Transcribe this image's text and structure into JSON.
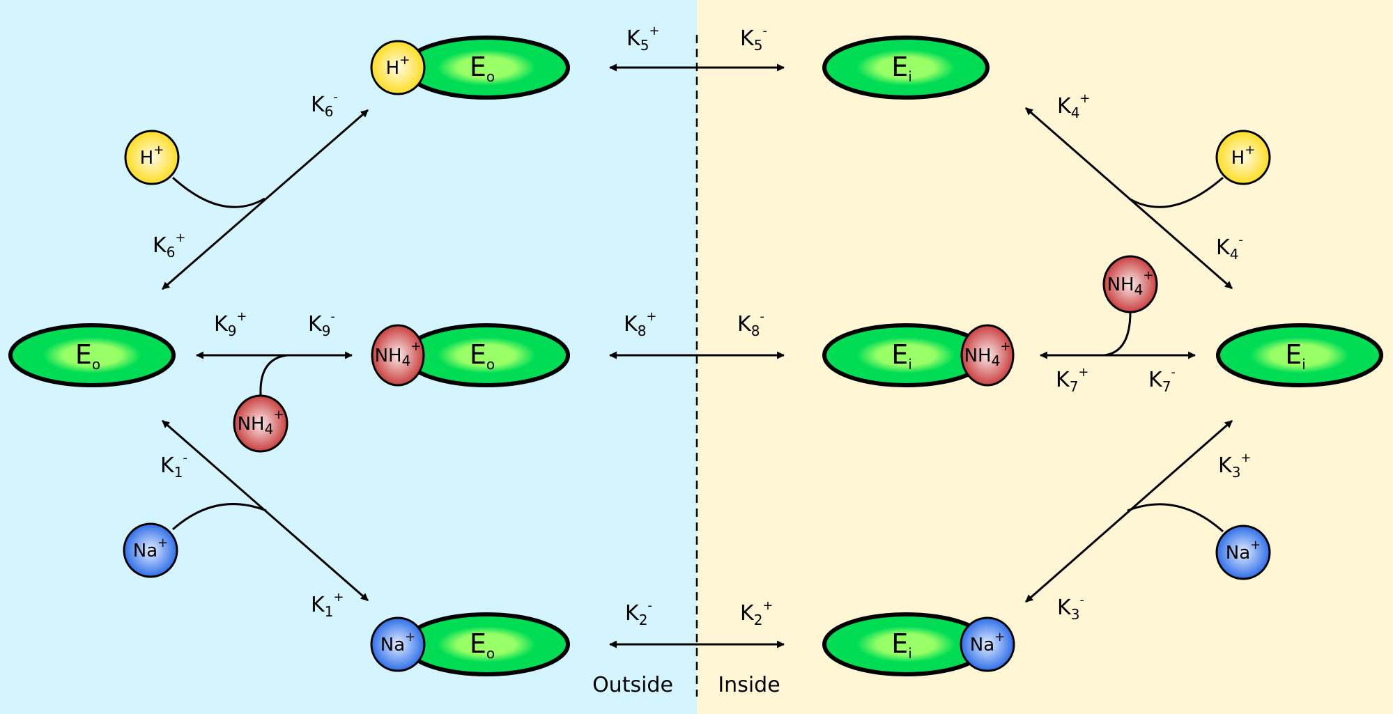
{
  "regions": {
    "outside": {
      "label": "Outside",
      "color": "#d4f4fe"
    },
    "inside": {
      "label": "Inside",
      "color": "#fff6d6"
    }
  },
  "colors": {
    "enzyme_fill": "#00dd55",
    "enzyme_center": "#99ff66",
    "h_ion": "#ffe033",
    "nh4_ion": "#cc4444",
    "na_ion": "#3377ee"
  },
  "enzymes": [
    {
      "id": "eo-h",
      "base": "E",
      "sub": "o",
      "bound": "H",
      "bound_sub": "",
      "bound_sup": "+",
      "ion": "h"
    },
    {
      "id": "ei-top",
      "base": "E",
      "sub": "i",
      "bound": "",
      "ion": ""
    },
    {
      "id": "eo-free",
      "base": "E",
      "sub": "o",
      "bound": "",
      "ion": ""
    },
    {
      "id": "eo-nh4",
      "base": "E",
      "sub": "o",
      "bound": "NH",
      "bound_sub": "4",
      "bound_sup": "+",
      "ion": "nh4"
    },
    {
      "id": "ei-nh4",
      "base": "E",
      "sub": "i",
      "bound": "NH",
      "bound_sub": "4",
      "bound_sup": "+",
      "ion": "nh4"
    },
    {
      "id": "ei-free",
      "base": "E",
      "sub": "i",
      "bound": "",
      "ion": ""
    },
    {
      "id": "eo-na",
      "base": "E",
      "sub": "o",
      "bound": "Na",
      "bound_sub": "",
      "bound_sup": "+",
      "ion": "na"
    },
    {
      "id": "ei-na",
      "base": "E",
      "sub": "i",
      "bound": "Na",
      "bound_sub": "",
      "bound_sup": "+",
      "ion": "na"
    }
  ],
  "free_ions": [
    {
      "id": "h-left",
      "name": "H",
      "sub": "",
      "sup": "+",
      "ion": "h"
    },
    {
      "id": "h-right",
      "name": "H",
      "sub": "",
      "sup": "+",
      "ion": "h"
    },
    {
      "id": "nh4-left",
      "name": "NH",
      "sub": "4",
      "sup": "+",
      "ion": "nh4"
    },
    {
      "id": "nh4-right",
      "name": "NH",
      "sub": "4",
      "sup": "+",
      "ion": "nh4"
    },
    {
      "id": "na-left",
      "name": "Na",
      "sub": "",
      "sup": "+",
      "ion": "na"
    },
    {
      "id": "na-right",
      "name": "Na",
      "sub": "",
      "sup": "+",
      "ion": "na"
    }
  ],
  "rate_constants": [
    {
      "id": "k1m",
      "k": "K",
      "sub": "1",
      "sup": "-"
    },
    {
      "id": "k1p",
      "k": "K",
      "sub": "1",
      "sup": "+"
    },
    {
      "id": "k2m",
      "k": "K",
      "sub": "2",
      "sup": "-"
    },
    {
      "id": "k2p",
      "k": "K",
      "sub": "2",
      "sup": "+"
    },
    {
      "id": "k3p",
      "k": "K",
      "sub": "3",
      "sup": "+"
    },
    {
      "id": "k3m",
      "k": "K",
      "sub": "3",
      "sup": "-"
    },
    {
      "id": "k4p",
      "k": "K",
      "sub": "4",
      "sup": "+"
    },
    {
      "id": "k4m",
      "k": "K",
      "sub": "4",
      "sup": "-"
    },
    {
      "id": "k5p",
      "k": "K",
      "sub": "5",
      "sup": "+"
    },
    {
      "id": "k5m",
      "k": "K",
      "sub": "5",
      "sup": "-"
    },
    {
      "id": "k6m",
      "k": "K",
      "sub": "6",
      "sup": "-"
    },
    {
      "id": "k6p",
      "k": "K",
      "sub": "6",
      "sup": "+"
    },
    {
      "id": "k7p",
      "k": "K",
      "sub": "7",
      "sup": "+"
    },
    {
      "id": "k7m",
      "k": "K",
      "sub": "7",
      "sup": "-"
    },
    {
      "id": "k8p",
      "k": "K",
      "sub": "8",
      "sup": "+"
    },
    {
      "id": "k8m",
      "k": "K",
      "sub": "8",
      "sup": "-"
    },
    {
      "id": "k9p",
      "k": "K",
      "sub": "9",
      "sup": "+"
    },
    {
      "id": "k9m",
      "k": "K",
      "sub": "9",
      "sup": "-"
    }
  ]
}
